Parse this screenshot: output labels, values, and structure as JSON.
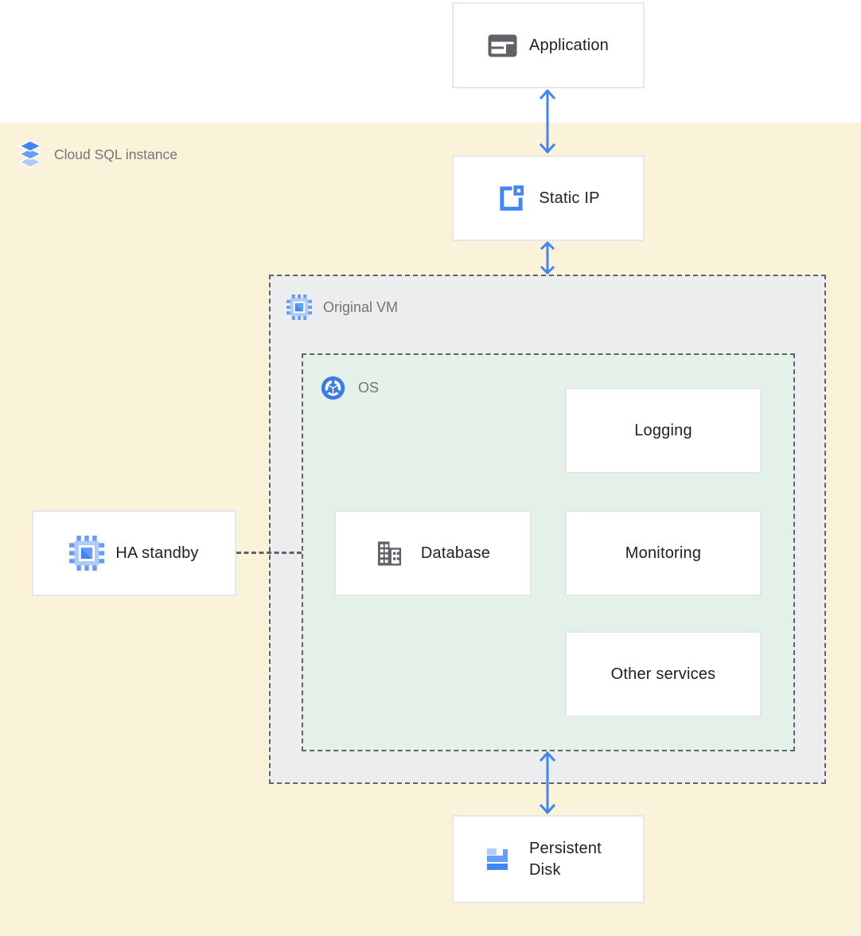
{
  "diagram": {
    "region": {
      "label": "Cloud SQL instance",
      "icon": "cloud-sql-icon",
      "bg_color": "#fbf3d9"
    },
    "containers": {
      "original_vm": {
        "label": "Original VM",
        "icon": "compute-engine-icon",
        "bg_color": "#ebedef",
        "border": "dashed"
      },
      "os": {
        "label": "OS",
        "icon": "os-icon",
        "bg_color": "#e3f1e8",
        "border": "dashed"
      }
    },
    "nodes": {
      "application": {
        "label": "Application",
        "icon": "application-window-icon"
      },
      "static_ip": {
        "label": "Static IP",
        "icon": "external-ip-icon"
      },
      "logging": {
        "label": "Logging"
      },
      "database": {
        "label": "Database",
        "icon": "database-building-icon"
      },
      "monitoring": {
        "label": "Monitoring"
      },
      "other_services": {
        "label": "Other services"
      },
      "ha_standby": {
        "label": "HA standby",
        "icon": "compute-engine-icon"
      },
      "persistent_disk": {
        "label": "Persistent Disk",
        "icon": "persistent-disk-icon"
      }
    },
    "edges": [
      {
        "from": "application",
        "to": "static_ip",
        "style": "double-arrow",
        "color": "#4285f4"
      },
      {
        "from": "static_ip",
        "to": "original_vm",
        "style": "double-arrow",
        "color": "#4285f4"
      },
      {
        "from": "os",
        "to": "persistent_disk",
        "style": "double-arrow",
        "color": "#4285f4"
      },
      {
        "from": "ha_standby",
        "to": "os",
        "style": "dashed-line",
        "color": "#5f6368"
      }
    ],
    "colors": {
      "arrow_blue": "#4285f4",
      "icon_blue_dark": "#4285f4",
      "icon_blue_medium": "#669df6",
      "icon_blue_light": "#aecbfa",
      "icon_gray": "#5f6368",
      "muted_text": "#757575",
      "node_text": "#202124",
      "node_border": "#e4e6e8",
      "dashed_border": "#5f6368",
      "region_yellow": "#fbf3d9",
      "vm_gray": "#ebedef",
      "os_green": "#e3f1e8",
      "top_strip": "#ffffff"
    }
  }
}
